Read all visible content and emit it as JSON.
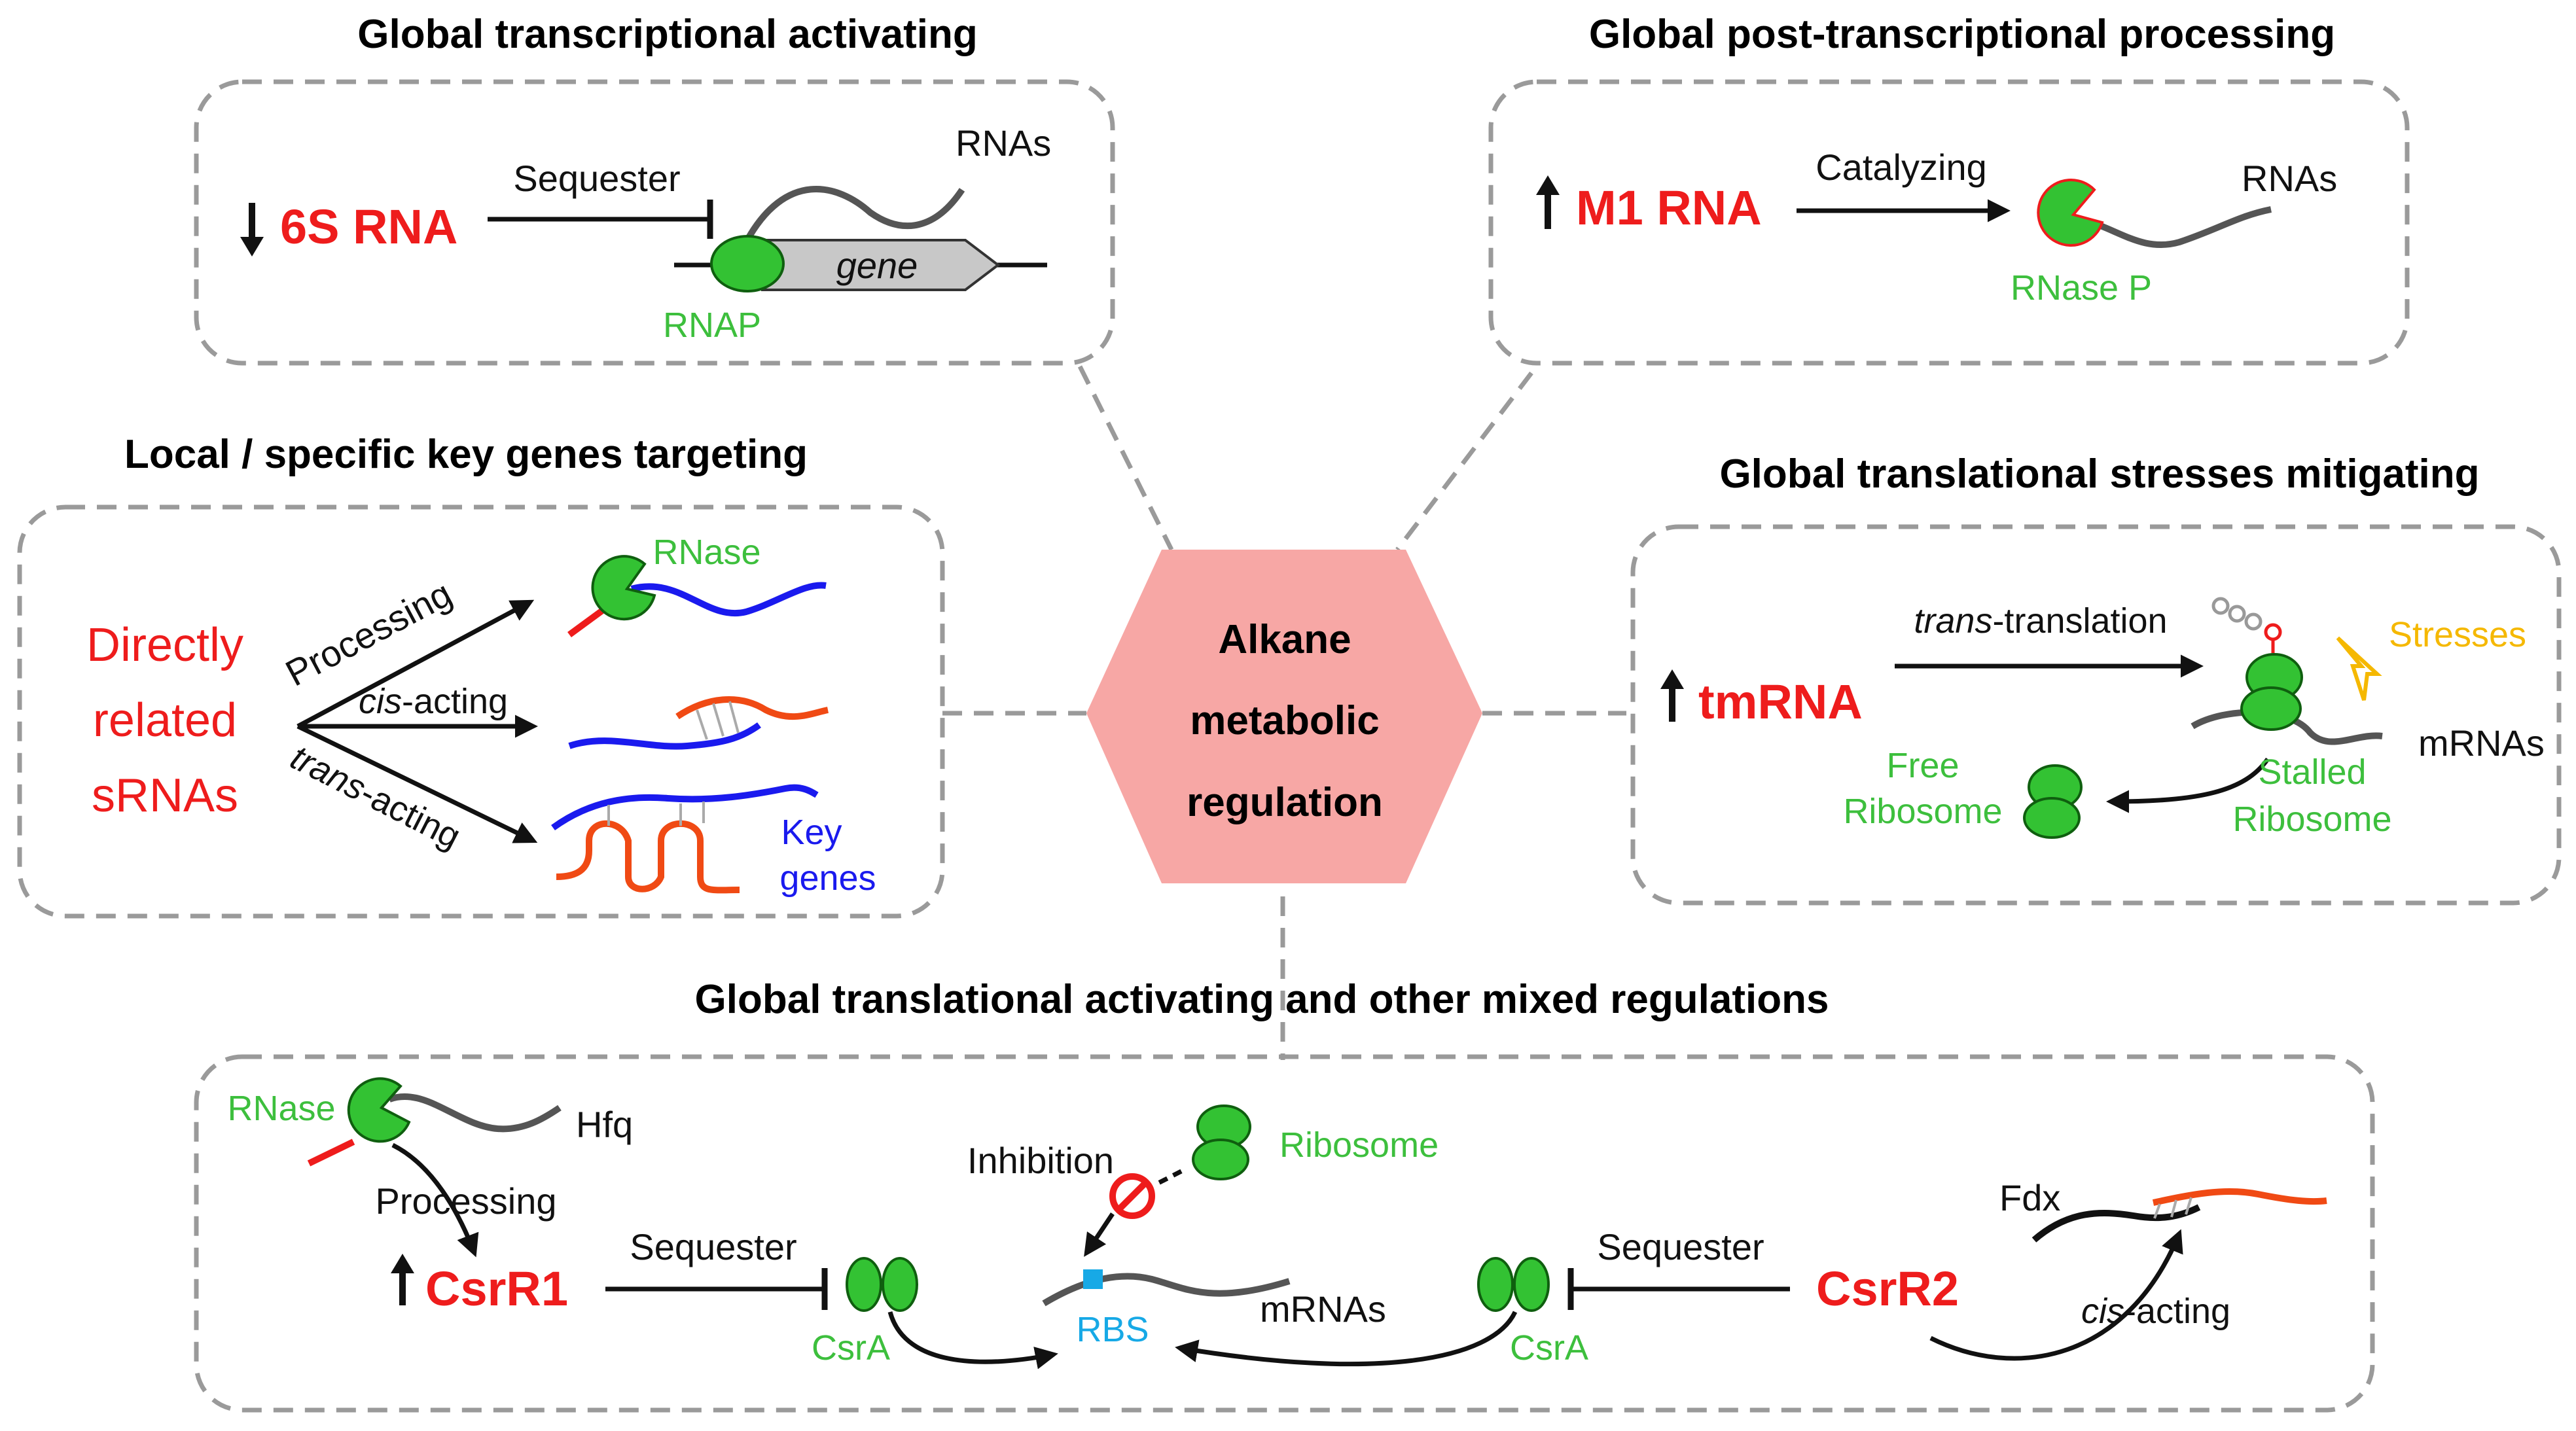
{
  "center": {
    "line1": "Alkane",
    "line2": "metabolic",
    "line3": "regulation"
  },
  "panels": {
    "transcriptional": {
      "title": "Global transcriptional activating",
      "srna": "6S RNA",
      "verb": "Sequester",
      "rnas": "RNAs",
      "gene": "gene",
      "rnap": "RNAP"
    },
    "post_transcriptional": {
      "title": "Global post-transcriptional processing",
      "srna": "M1 RNA",
      "verb": "Catalyzing",
      "rnas": "RNAs",
      "enzyme": "RNase P"
    },
    "local": {
      "title": "Local / specific key genes targeting",
      "srna_line1": "Directly",
      "srna_line2": "related",
      "srna_line3": "sRNAs",
      "processing": "Processing",
      "cis_prefix": "cis",
      "cis_suffix": "-acting",
      "trans_prefix": "trans",
      "trans_suffix": "-acting",
      "rnase": "RNase",
      "key_line1": "Key",
      "key_line2": "genes"
    },
    "stress": {
      "title": "Global translational stresses mitigating",
      "srna": "tmRNA",
      "trans_prefix": "trans",
      "trans_suffix": "-translation",
      "stresses": "Stresses",
      "mrnas": "mRNAs",
      "free_line1": "Free",
      "free_line2": "Ribosome",
      "stalled_line1": "Stalled",
      "stalled_line2": "Ribosome"
    },
    "translational": {
      "title": "Global translational activating and other mixed regulations",
      "csrr1": "CsrR1",
      "csrr2": "CsrR2",
      "rnase": "RNase",
      "hfq": "Hfq",
      "processing": "Processing",
      "sequester_left": "Sequester",
      "sequester_right": "Sequester",
      "csra_left": "CsrA",
      "csra_right": "CsrA",
      "inhibition": "Inhibition",
      "ribosome": "Ribosome",
      "rbs": "RBS",
      "mrnas": "mRNAs",
      "fdx": "Fdx",
      "cis_prefix": "cis",
      "cis_suffix": "-acting"
    }
  },
  "colors": {
    "srna_red": "#ee1c1c",
    "protein_green": "#33c233",
    "label_green": "#3dbf3d",
    "target_blue": "#1a1aee",
    "srna_orange": "#f04a14",
    "stress_yellow": "#f5b800",
    "rbs_cyan": "#17a9e6",
    "hexagon_pink": "#f7a7a5",
    "frame_gray": "#9a9a9a"
  },
  "icons": [
    "down-arrow-icon",
    "up-arrow-icon",
    "ribosome-icon",
    "rnase-icon",
    "lightning-icon",
    "prohibition-icon",
    "gene-arrow-icon"
  ]
}
